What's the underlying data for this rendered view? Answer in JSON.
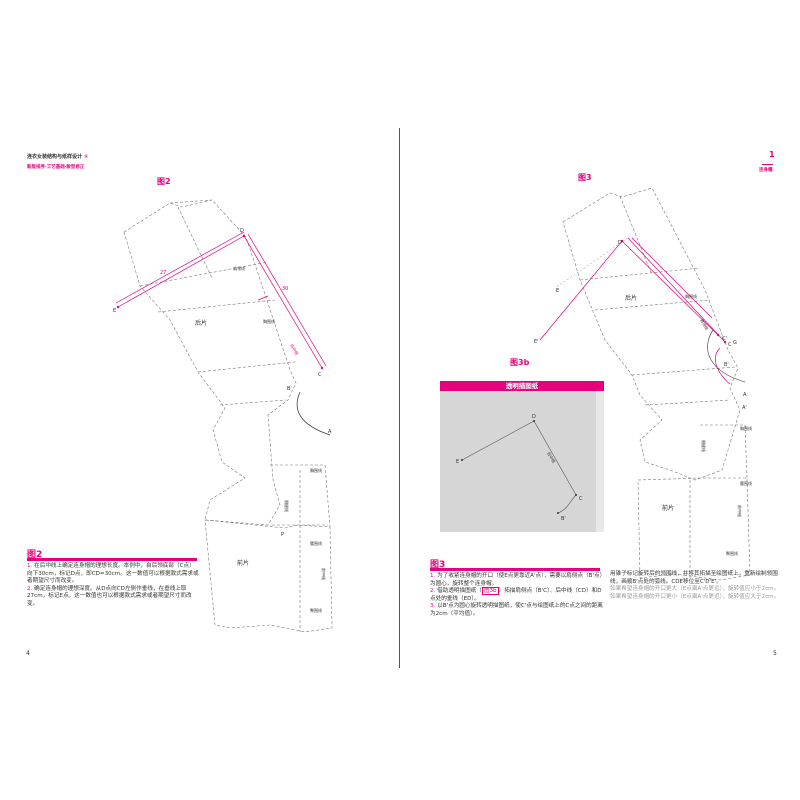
{
  "left_page": {
    "header_title": "连衣女装结构与纸样设计",
    "header_circle_num": "①",
    "header_sub": "新版排序·工艺基础·款型修正",
    "figure_label": "图2",
    "page_number": "4",
    "section_title": "图2",
    "items": [
      {
        "num": "1.",
        "text": "在后中线上确定连身帽的理想长度。本例中，自后领底部（C点）向下30cm，标记D点，即CD=30cm。这一数值可以根据款式需求或者期望尺寸而改变。"
      },
      {
        "num": "2.",
        "text": "确定连身帽的理想深度。从D点向CD左侧作垂线，在垂线上取27cm，标记E点。这一数值也可以根据款式需求或者期望尺寸而改变。"
      }
    ],
    "diagram": {
      "labels": {
        "D": "D",
        "E": "E",
        "C": "C",
        "B_prime": "B'",
        "A": "A",
        "P": "P",
        "dim_27": "27",
        "dim_30": "30",
        "houpian": "后片",
        "qianpian": "前片",
        "xiongweixian": "胸围线",
        "yaoweixian": "腰围线",
        "tunweixian": "臀围线",
        "jianlingxian": "肩领线",
        "qianzhongxian": "前中线",
        "cefeng": "侧缝线",
        "houzhongxian": "后中线"
      }
    }
  },
  "right_page": {
    "header_num": "1",
    "header_sub": "连身帽",
    "figure_label": "图3",
    "page_number": "5",
    "inset_label": "图3b",
    "inset_title": "透明描图纸",
    "section_title": "图3",
    "items": [
      {
        "num": "1.",
        "text": "为了收紧连身帽的开口（使E点更靠近A'点），需要以肩侧点（B'点）为圆心，旋转整个连身帽。"
      },
      {
        "num": "2.",
        "text_before": "借助透明描图纸（",
        "highlight": "图3b",
        "text_after": "）拓描肩侧点（B'C）、后中线（CD）和D点处的垂线（ED）。"
      },
      {
        "num": "3.",
        "text": "以B'点为圆心旋转透明描图纸，使C'点与绘图纸上的C点之间的距离为2cm（平均值）。"
      }
    ],
    "col2_text": "用锥子标记旋转后的领围线，并将其拓描至绘图纸上，重新绘制领围线，画顺B'点处的弧线。CDE移位至C'D'E'。",
    "grey_notes": [
      "如果希望连身帽的开口更大（E点离A'点更远），旋转值应小于2cm。",
      "如果希望连身帽的开口更小（E点离A'点更近），旋转值应大于2cm。"
    ],
    "diagram": {
      "labels": {
        "D_prime": "D'",
        "E": "E",
        "E_prime": "E'",
        "C": "C",
        "C_prime": "C'",
        "G": "G",
        "B_prime": "B'",
        "A": "A",
        "A_prime": "A'",
        "houpian": "后片",
        "qianpian": "前片",
        "xiongweixian": "胸围线",
        "yaoweixian": "腰围线",
        "tunweixian": "臀围线",
        "jianlingxian": "肩领线",
        "qianzhongxian": "前中线",
        "cefeng": "侧缝线"
      }
    },
    "inset_diagram": {
      "labels": {
        "D": "D",
        "E": "E",
        "C": "C",
        "B_prime": "B'",
        "houzhongxian": "后中线"
      }
    }
  },
  "colors": {
    "accent": "#e6007e",
    "line": "#666666",
    "text": "#333333",
    "grey_note": "#999999"
  }
}
